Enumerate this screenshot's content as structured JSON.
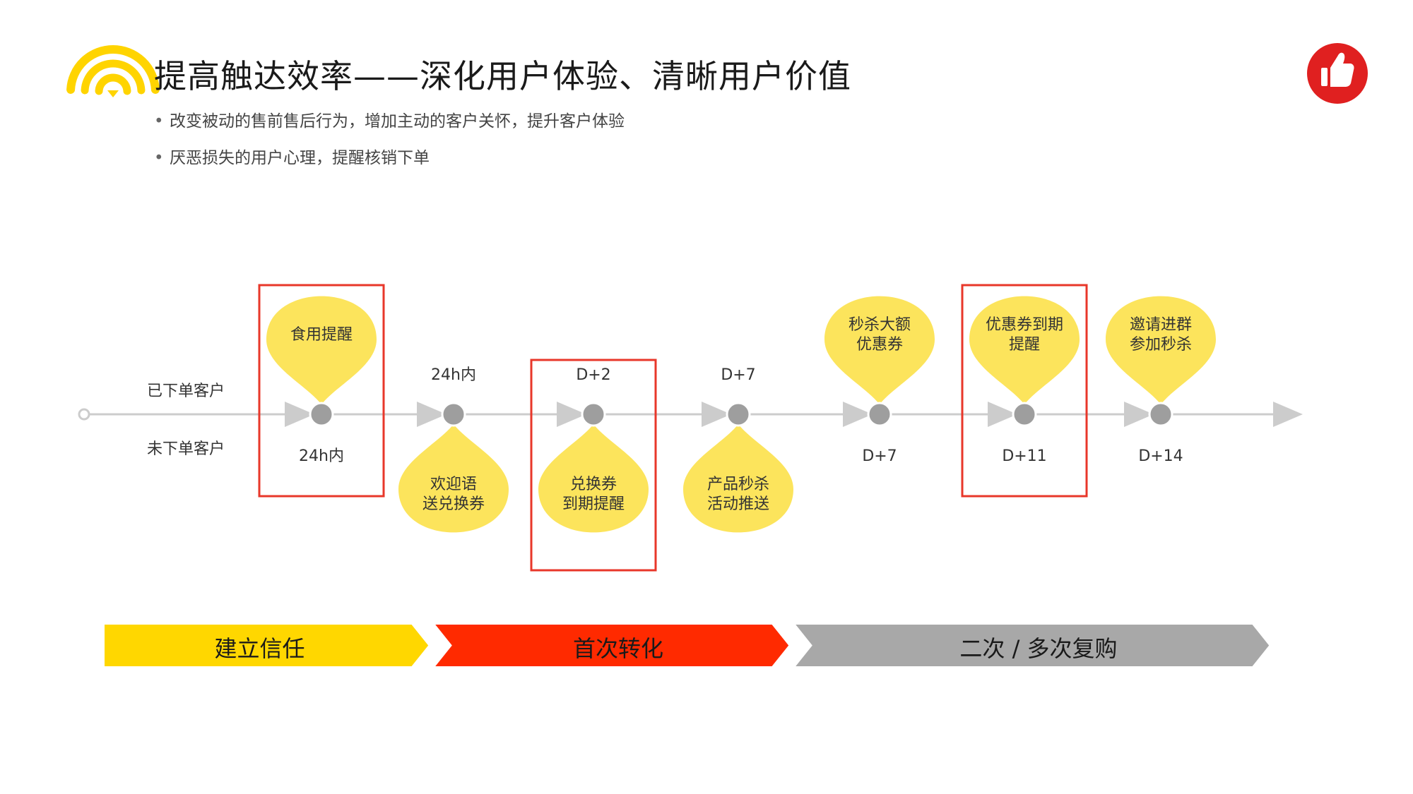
{
  "title": "提高触达效率——深化用户体验、清晰用户价值",
  "bullets": [
    "改变被动的售前售后行为，增加主动的客户关怀，提升客户体验",
    "厌恶损失的用户心理，提醒核销下单"
  ],
  "lanes": {
    "ordered": "已下单客户",
    "not_ordered": "未下单客户"
  },
  "nodes": [
    {
      "top_text": "",
      "bottom_text": "24h内",
      "top_bubble": "食用提醒",
      "bottom_bubble": "",
      "highlight": true
    },
    {
      "top_text": "24h内",
      "bottom_text": "",
      "top_bubble": "",
      "bottom_bubble": "欢迎语\n送兑换券",
      "highlight": false
    },
    {
      "top_text": "D+2",
      "bottom_text": "",
      "top_bubble": "",
      "bottom_bubble": "兑换券\n到期提醒",
      "highlight": true
    },
    {
      "top_text": "D+7",
      "bottom_text": "",
      "top_bubble": "",
      "bottom_bubble": "产品秒杀\n活动推送",
      "highlight": false
    },
    {
      "top_text": "",
      "bottom_text": "D+7",
      "top_bubble": "秒杀大额\n优惠券",
      "bottom_bubble": "",
      "highlight": false
    },
    {
      "top_text": "",
      "bottom_text": "D+11",
      "top_bubble": "优惠券到期\n提醒",
      "bottom_bubble": "",
      "highlight": true
    },
    {
      "top_text": "",
      "bottom_text": "D+14",
      "top_bubble": "邀请进群\n参加秒杀",
      "bottom_bubble": "",
      "highlight": false
    }
  ],
  "stages": [
    {
      "label": "建立信任",
      "color": "#FFD700"
    },
    {
      "label": "首次转化",
      "color": "#FF2A00"
    },
    {
      "label": "二次 / 多次复购",
      "color": "#A8A8A8"
    }
  ],
  "colors": {
    "bubble": "#FCE45C",
    "node": "#9E9E9E",
    "timeline": "#CCCCCC",
    "highlight": "#E8372A",
    "wifi_icon": "#FFD400",
    "like_badge": "#E02020"
  },
  "icons": {
    "brand": "wifi-icon",
    "badge": "thumbs-up-icon"
  }
}
